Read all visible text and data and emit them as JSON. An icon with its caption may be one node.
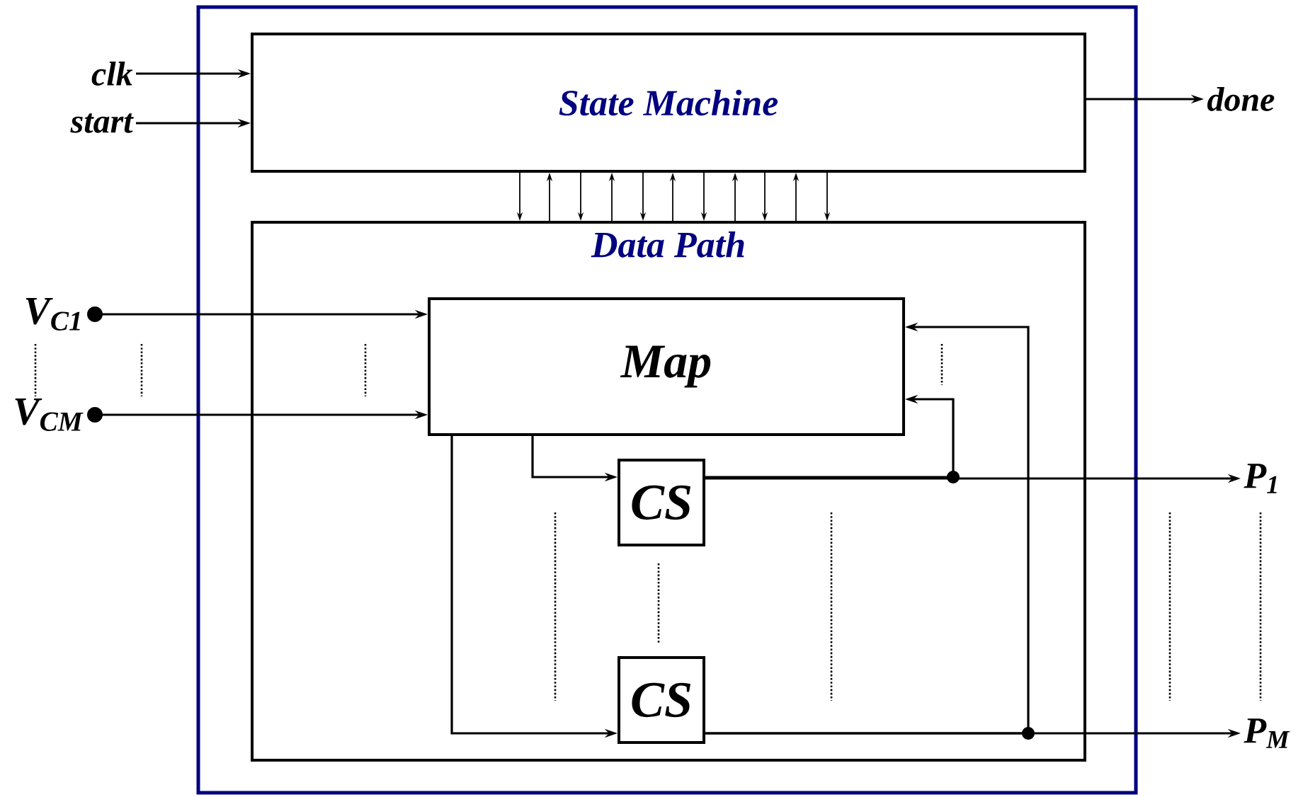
{
  "diagram": {
    "nodes": [
      {
        "text": [],
        "shape": "box"
      },
      {
        "text": [
          "State Machine"
        ],
        "in": 0
      },
      {
        "text": [
          "Data Path"
        ],
        "in": 0
      },
      {
        "text": [
          "Map"
        ],
        "in": 2
      },
      {
        "text": [
          "CS"
        ],
        "in": 2
      },
      {
        "text": [
          "CS"
        ],
        "in": 2
      },
      {
        "text": [
          "clk"
        ]
      },
      {
        "text": [
          "start"
        ]
      },
      {
        "text": [
          "done"
        ]
      },
      {
        "text": [
          "V$_{C1}$"
        ]
      },
      {
        "text": [
          "V$_{CM}$"
        ]
      },
      {
        "text": [
          "P$_{1}$"
        ]
      },
      {
        "text": [
          "P$_{M}$"
        ]
      }
    ],
    "edges": [
      {
        "from": 6,
        "to": 1,
        "arrow": "to"
      },
      {
        "from": 7,
        "to": 1,
        "arrow": "to"
      },
      {
        "from": 1,
        "to": 8,
        "arrow": "to"
      },
      {
        "from": 1,
        "to": 2,
        "arrow": "to"
      },
      {
        "from": 2,
        "to": 1,
        "arrow": "to"
      },
      {
        "from": 1,
        "to": 2,
        "arrow": "to"
      },
      {
        "from": 2,
        "to": 1,
        "arrow": "to"
      },
      {
        "from": 1,
        "to": 2,
        "arrow": "to"
      },
      {
        "from": 2,
        "to": 1,
        "arrow": "to"
      },
      {
        "from": 1,
        "to": 2,
        "arrow": "to"
      },
      {
        "from": 2,
        "to": 1,
        "arrow": "to"
      },
      {
        "from": 1,
        "to": 2,
        "arrow": "to"
      },
      {
        "from": 2,
        "to": 1,
        "arrow": "to"
      },
      {
        "from": 1,
        "to": 2,
        "arrow": "to"
      },
      {
        "from": 9,
        "to": 3,
        "arrow": "to"
      },
      {
        "from": 10,
        "to": 3,
        "arrow": "to"
      },
      {
        "from": 3,
        "to": 4,
        "arrow": "to"
      },
      {
        "from": 3,
        "to": 5,
        "arrow": "to"
      },
      {
        "from": 4,
        "to": 11,
        "arrow": "to"
      },
      {
        "from": 5,
        "to": 12,
        "arrow": "to"
      },
      {
        "from": 4,
        "to": 3,
        "arrow": "to"
      },
      {
        "from": 5,
        "to": 3,
        "arrow": "to"
      }
    ]
  }
}
